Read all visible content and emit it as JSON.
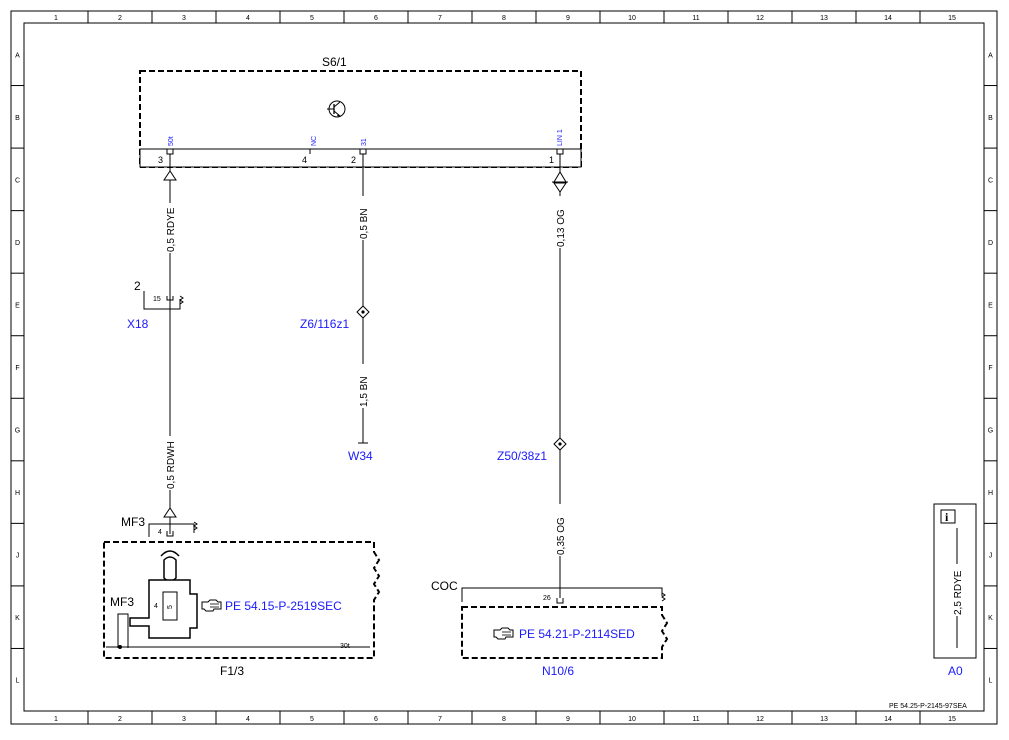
{
  "frame": {
    "columns": [
      "1",
      "2",
      "3",
      "4",
      "5",
      "6",
      "7",
      "8",
      "9",
      "10",
      "11",
      "12",
      "13",
      "14",
      "15"
    ],
    "rows": [
      "A",
      "B",
      "C",
      "D",
      "E",
      "F",
      "G",
      "H",
      "J",
      "K",
      "L"
    ],
    "drawing_number": "PE 54.25-P-2145-97SEA"
  },
  "components": {
    "s6_1": {
      "name": "S6/1",
      "pins": [
        {
          "number": "3",
          "signal": "50t"
        },
        {
          "number": "4",
          "signal": "NC"
        },
        {
          "number": "2",
          "signal": "31"
        },
        {
          "number": "1",
          "signal": "LIN 1"
        }
      ]
    },
    "x18": {
      "name": "X18",
      "connector": "2",
      "pin": "15"
    },
    "z6": {
      "name": "Z6/116z1"
    },
    "w34": {
      "name": "W34"
    },
    "z50": {
      "name": "Z50/38z1"
    },
    "mf3_top": {
      "name": "MF3",
      "pin": "4"
    },
    "mf3_inner": {
      "name": "MF3",
      "pin_a": "4",
      "pin_b": "5"
    },
    "f1_3": {
      "name": "F1/3",
      "terminal": "30t",
      "reference": "PE 54.15-P-2519SEC"
    },
    "coc": {
      "name": "COC",
      "pin": "26"
    },
    "n10_6": {
      "name": "N10/6",
      "reference": "PE 54.21-P-2114SED"
    },
    "a0": {
      "name": "A0",
      "wire": "2,5 RDYE",
      "info": "i"
    }
  },
  "wires": {
    "w1": "0,5 RDYE",
    "w2": "0,5 RDWH",
    "w3": "0,5 BN",
    "w4": "1,5 BN",
    "w5": "0,13 OG",
    "w6": "0,35 OG"
  },
  "icons": {
    "transistor": "transistor-icon",
    "hand": "hand-pointer-icon",
    "info": "info-icon"
  }
}
